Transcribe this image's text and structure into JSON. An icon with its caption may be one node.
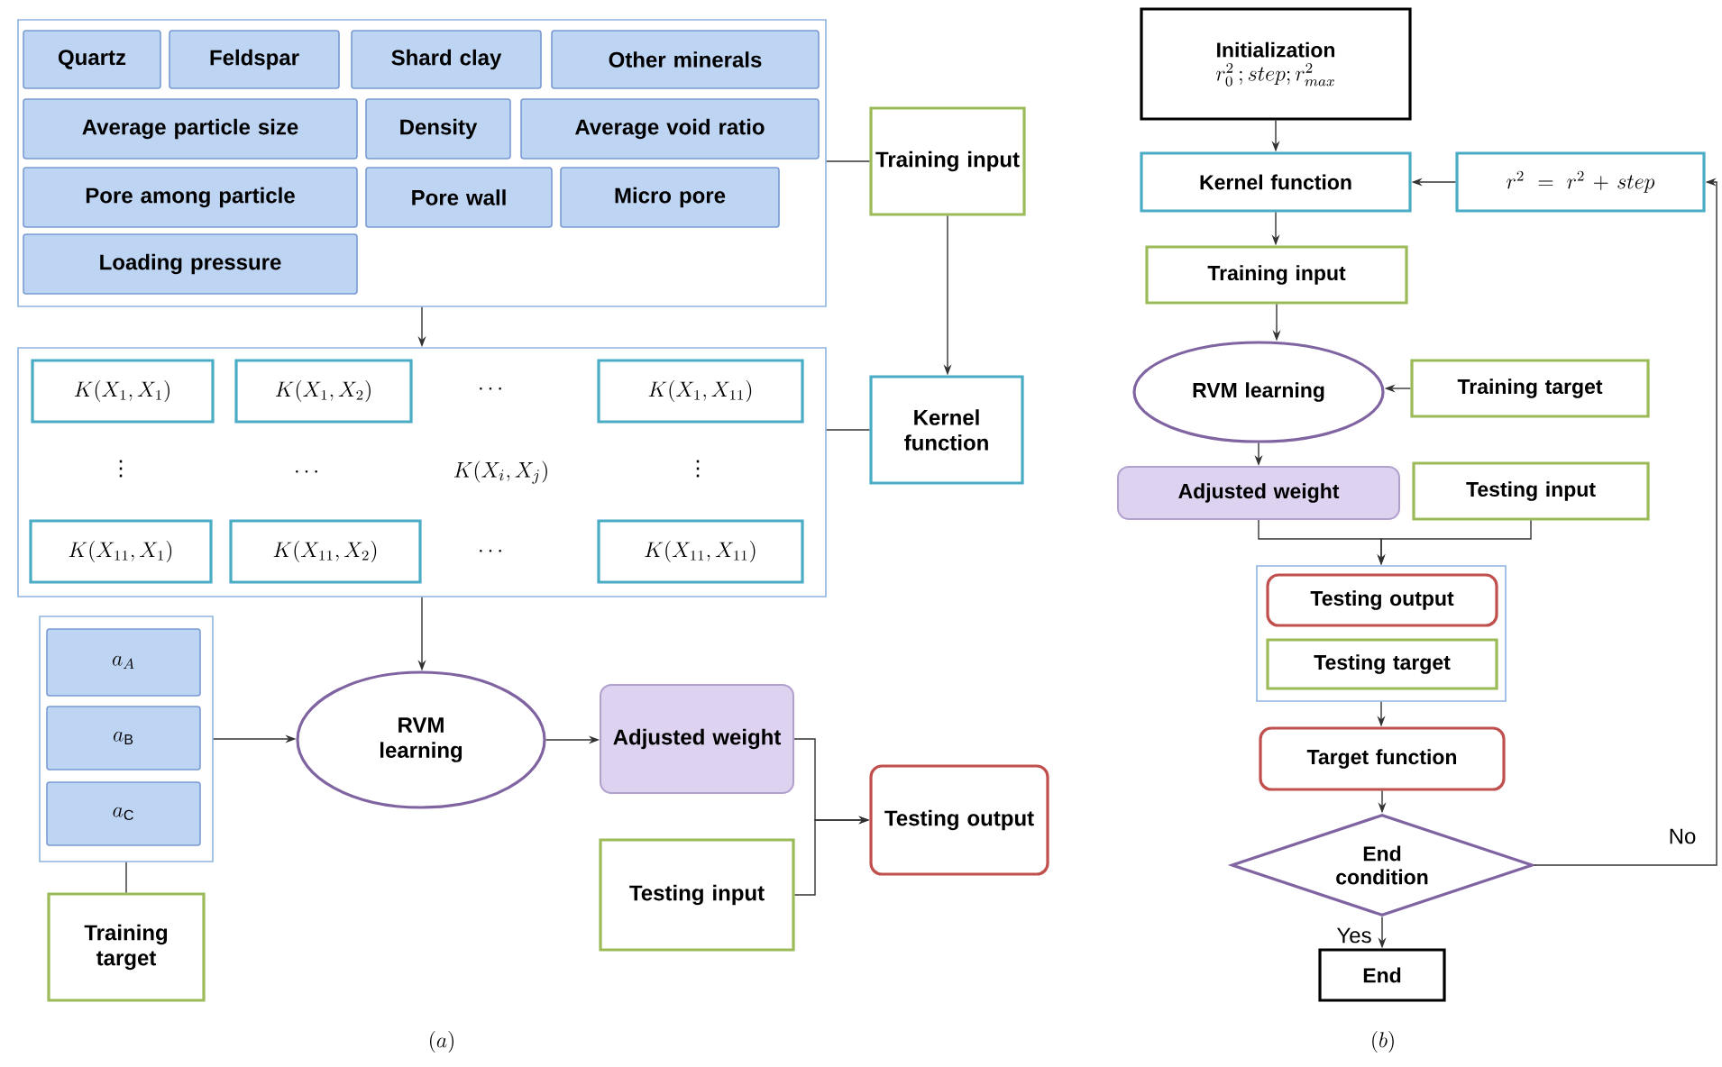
{
  "diagram": {
    "nodes": [
      {
        "text": [],
        "shape": "box"
      },
      {
        "text": [
          "Quartz"
        ],
        "in": 0
      },
      {
        "text": [
          "Feldspar"
        ],
        "in": 0
      },
      {
        "text": [
          "Shard clay"
        ],
        "in": 0
      },
      {
        "text": [
          "Other minerals"
        ],
        "in": 0
      },
      {
        "text": [
          "Average particle size"
        ],
        "in": 0
      },
      {
        "text": [
          "Density"
        ],
        "in": 0
      },
      {
        "text": [
          "Average void ratio"
        ],
        "in": 0
      },
      {
        "text": [
          "Pore among particle"
        ],
        "in": 0
      },
      {
        "text": [
          "Pore wall"
        ],
        "in": 0
      },
      {
        "text": [
          "Micro pore"
        ],
        "in": 0
      },
      {
        "text": [
          "Loading pressure"
        ],
        "in": 0
      },
      {
        "text": [
          "Training input"
        ]
      },
      {
        "text": [],
        "shape": "box"
      },
      {
        "text": [
          "K(X_1,X_1)"
        ],
        "in": 13
      },
      {
        "text": [
          "K(X_1,X_2)"
        ],
        "in": 13
      },
      {
        "text": [
          "K(X_1,X_{11})"
        ],
        "in": 13
      },
      {
        "text": [
          "K(X_{11},X_1)"
        ],
        "in": 13
      },
      {
        "text": [
          "K(X_{11},X_2)"
        ],
        "in": 13
      },
      {
        "text": [
          "K(X_{11},X_{11})"
        ],
        "in": 13
      },
      {
        "text": [
          "Kernel function"
        ]
      },
      {
        "text": [],
        "shape": "box"
      },
      {
        "text": [
          "a_A"
        ],
        "in": 21
      },
      {
        "text": [
          "a_\\mathrm{B}"
        ],
        "in": 21
      },
      {
        "text": [
          "a_\\mathrm{C}"
        ],
        "in": 21
      },
      {
        "text": [
          "Training target"
        ]
      },
      {
        "text": [
          "RVM learning"
        ]
      },
      {
        "text": [
          "Adjusted weight"
        ]
      },
      {
        "text": [
          "Testing input"
        ]
      },
      {
        "text": [
          "Testing output"
        ]
      },
      {
        "text": [
          "Initialization",
          "r_0^2\\,;step;r_{max}^2"
        ]
      },
      {
        "text": [
          "Kernel function"
        ]
      },
      {
        "text": [
          "r^2= r^2+step"
        ]
      },
      {
        "text": [
          "Training input"
        ]
      },
      {
        "text": [
          "RVM learning"
        ]
      },
      {
        "text": [
          "Training target"
        ]
      },
      {
        "text": [
          "Adjusted weight"
        ]
      },
      {
        "text": [
          "Testing input"
        ]
      },
      {
        "text": [],
        "shape": "box"
      },
      {
        "text": [
          "Testing output"
        ],
        "in": 38
      },
      {
        "text": [
          "Testing target"
        ],
        "in": 38
      },
      {
        "text": [
          "Target function"
        ]
      },
      {
        "text": [
          "End condition"
        ]
      },
      {
        "text": [
          "End"
        ]
      }
    ],
    "edges": [
      {
        "from": 0,
        "to": 13,
        "arrow": "to"
      },
      {
        "from": 12,
        "to": 0,
        "arrow": "none"
      },
      {
        "from": 12,
        "to": 20,
        "arrow": "to"
      },
      {
        "from": 20,
        "to": 13,
        "arrow": "none"
      },
      {
        "from": 13,
        "to": 26,
        "arrow": "to"
      },
      {
        "from": 21,
        "to": 26,
        "arrow": "to"
      },
      {
        "from": 25,
        "to": 21,
        "arrow": "none"
      },
      {
        "from": 26,
        "to": 27,
        "arrow": "to"
      },
      {
        "from": 27,
        "to": 29,
        "arrow": "to"
      },
      {
        "from": 28,
        "to": 29,
        "arrow": "to"
      },
      {
        "from": 30,
        "to": 31,
        "arrow": "to"
      },
      {
        "from": 32,
        "to": 31,
        "arrow": "to"
      },
      {
        "from": 31,
        "to": 33,
        "arrow": "to"
      },
      {
        "from": 33,
        "to": 34,
        "arrow": "to"
      },
      {
        "from": 35,
        "to": 34,
        "arrow": "to"
      },
      {
        "from": 34,
        "to": 36,
        "arrow": "to"
      },
      {
        "from": 36,
        "to": 38,
        "arrow": "to"
      },
      {
        "from": 37,
        "to": 38,
        "arrow": "to"
      },
      {
        "from": 38,
        "to": 41,
        "arrow": "to"
      },
      {
        "from": 41,
        "to": 42,
        "arrow": "to"
      },
      {
        "from": 42,
        "to": 43,
        "arrow": "to",
        "label": "Yes"
      },
      {
        "from": 42,
        "to": 32,
        "arrow": "to",
        "label": "No"
      }
    ],
    "labels": [
      "\\cdots",
      "\\vdots",
      "\\cdots",
      "K(X_i,X_j)",
      "\\vdots",
      "\\cdots",
      "(a)",
      "(b)"
    ]
  }
}
